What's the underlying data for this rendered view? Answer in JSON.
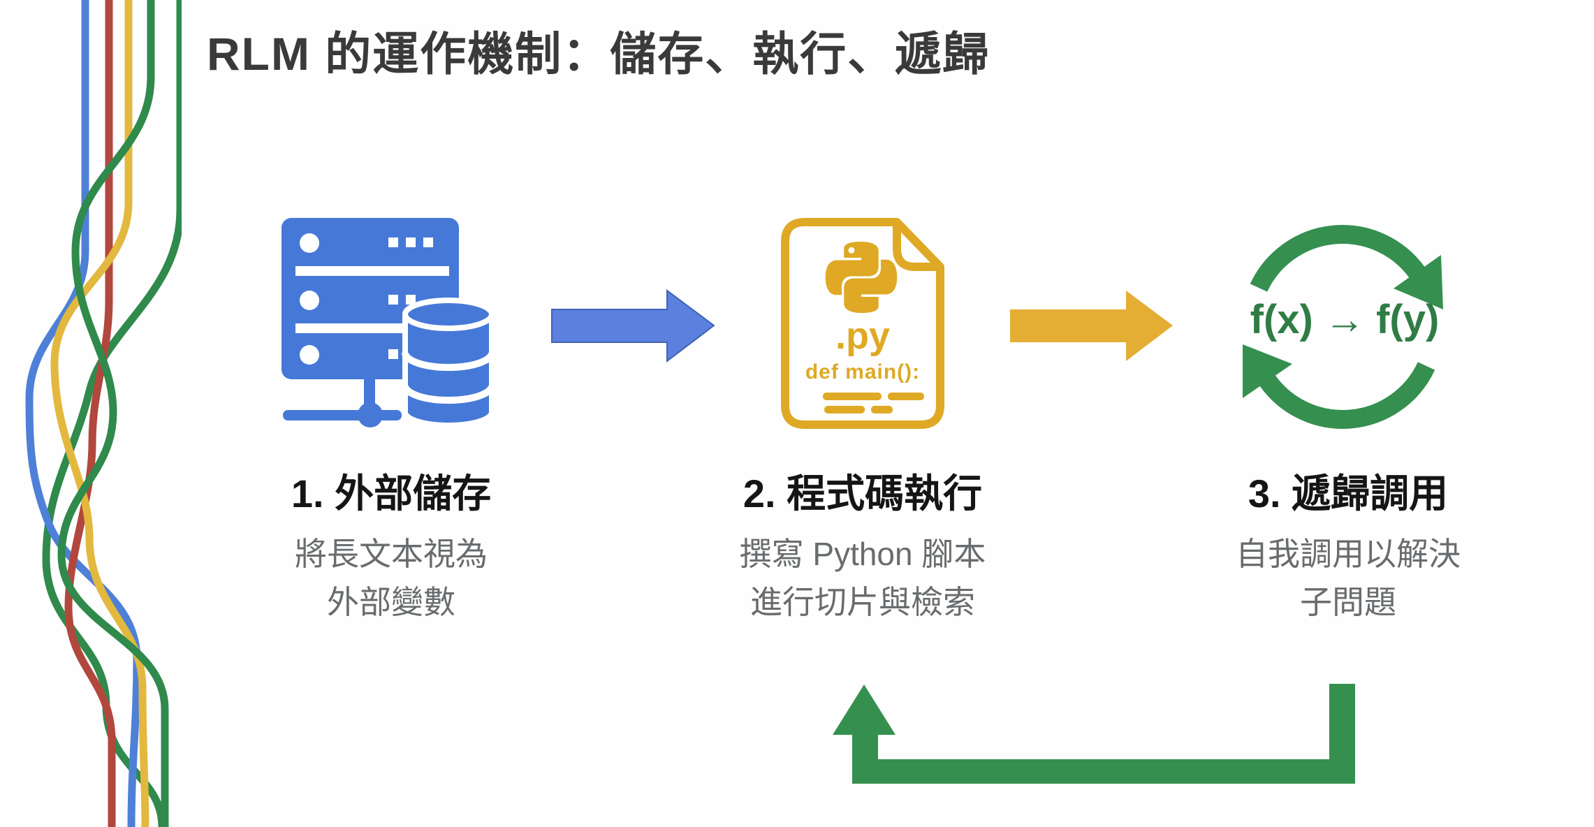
{
  "title": "RLM 的運作機制：儲存、執行、遞歸",
  "steps": [
    {
      "heading": "1. 外部儲存",
      "desc_line1": "將長文本視為",
      "desc_line2": "外部變數"
    },
    {
      "heading": "2. 程式碼執行",
      "desc_line1": "撰寫 Python 腳本",
      "desc_line2": "進行切片與檢索"
    },
    {
      "heading": "3. 遞歸調用",
      "desc_line1": "自我調用以解決",
      "desc_line2": "子問題"
    }
  ],
  "python_file": {
    "extension_label": ".py",
    "code_label": "def main():"
  },
  "recursion": {
    "formula": "f(x) → f(y)"
  },
  "colors": {
    "icon_blue": "#4679d7",
    "arrow_blue": "#5b80dd",
    "icon_yellow": "#dfa925",
    "arrow_yellow": "#e4ae35",
    "icon_green": "#35904f",
    "formula_green": "#2f7d45",
    "title_text": "#3a3a3a",
    "heading_text": "#151515",
    "desc_text": "#696c6e",
    "deco_blue": "#4e80d8",
    "deco_red": "#b2473d",
    "deco_yellow": "#e3b83e",
    "deco_green": "#2f8a4c"
  }
}
